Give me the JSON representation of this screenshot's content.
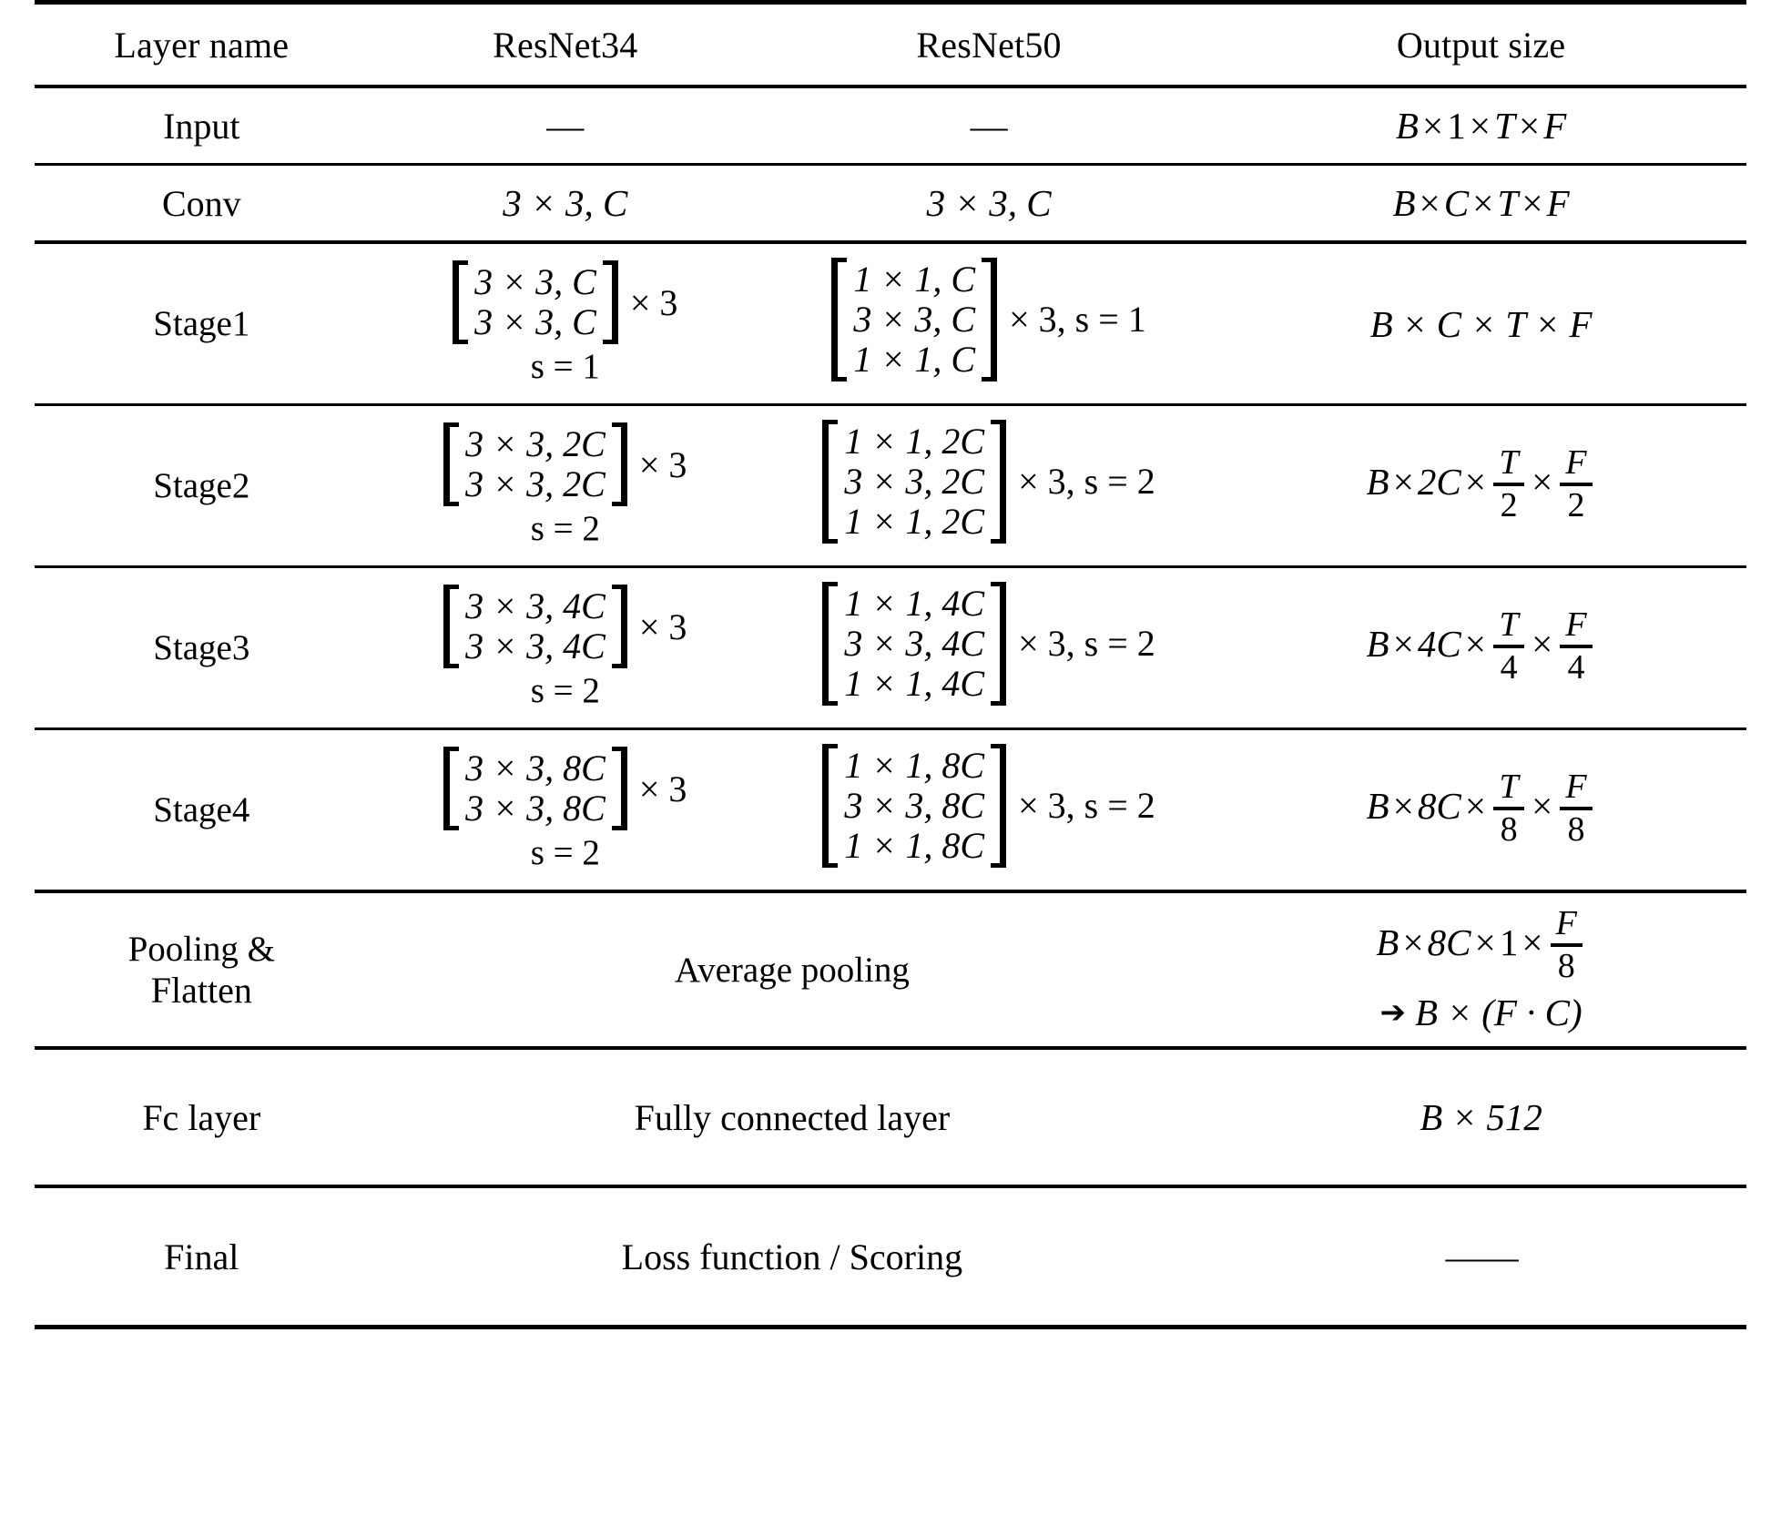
{
  "table": {
    "headers": {
      "layer_name": "Layer name",
      "resnet34": "ResNet34",
      "resnet50": "ResNet50",
      "output_size": "Output size"
    },
    "rows": {
      "input": {
        "name": "Input",
        "resnet34": "—",
        "resnet50": "—",
        "output": {
          "b": "B",
          "x1": "×",
          "one": "1",
          "x2": "×",
          "t": "T",
          "x3": "×",
          "f": "F"
        }
      },
      "conv": {
        "name": "Conv",
        "resnet34": "3 × 3, C",
        "resnet50": "3 × 3, C",
        "output": {
          "b": "B",
          "x1": "×",
          "c": "C",
          "x2": "×",
          "t": "T",
          "x3": "×",
          "f": "F"
        }
      },
      "stage1": {
        "name": "Stage1",
        "r34_rows": [
          "3 × 3, C",
          "3 × 3, C"
        ],
        "r34_mult": "× 3",
        "r34_stride": "s = 1",
        "r50_rows": [
          "1 × 1, C",
          "3 × 3, C",
          "1 × 1, C"
        ],
        "r50_mult": "× 3, s = 1",
        "output_prefix": "B × C × T × F"
      },
      "stage2": {
        "name": "Stage2",
        "r34_rows": [
          "3 × 3, 2C",
          "3 × 3, 2C"
        ],
        "r34_mult": "× 3",
        "r34_stride": "s = 2",
        "r50_rows": [
          "1 × 1, 2C",
          "3 × 3, 2C",
          "1 × 1, 2C"
        ],
        "r50_mult": "× 3, s = 2",
        "out_b": "B",
        "out_x1": "×",
        "out_ch": "2C",
        "out_x2": "×",
        "out_num1": "T",
        "out_den1": "2",
        "out_x3": "×",
        "out_num2": "F",
        "out_den2": "2"
      },
      "stage3": {
        "name": "Stage3",
        "r34_rows": [
          "3 × 3, 4C",
          "3 × 3, 4C"
        ],
        "r34_mult": "× 3",
        "r34_stride": "s = 2",
        "r50_rows": [
          "1 × 1, 4C",
          "3 × 3, 4C",
          "1 × 1, 4C"
        ],
        "r50_mult": "× 3, s = 2",
        "out_b": "B",
        "out_x1": "×",
        "out_ch": "4C",
        "out_x2": "×",
        "out_num1": "T",
        "out_den1": "4",
        "out_x3": "×",
        "out_num2": "F",
        "out_den2": "4"
      },
      "stage4": {
        "name": "Stage4",
        "r34_rows": [
          "3 × 3, 8C",
          "3 × 3, 8C"
        ],
        "r34_mult": "× 3",
        "r34_stride": "s = 2",
        "r50_rows": [
          "1 × 1, 8C",
          "3 × 3, 8C",
          "1 × 1, 8C"
        ],
        "r50_mult": "× 3, s = 2",
        "out_b": "B",
        "out_x1": "×",
        "out_ch": "8C",
        "out_x2": "×",
        "out_num1": "T",
        "out_den1": "8",
        "out_x3": "×",
        "out_num2": "F",
        "out_den2": "8"
      },
      "pooling": {
        "name_line1": "Pooling &",
        "name_line2": "Flatten",
        "span_value": "Average pooling",
        "out_b": "B",
        "out_x1": "×",
        "out_ch": "8C",
        "out_x2": "×",
        "out_one": "1",
        "out_x3": "×",
        "out_num": "F",
        "out_den": "8",
        "arrow": "➔",
        "out_line2": "B × (F · C)"
      },
      "fc": {
        "name": "Fc layer",
        "span_value": "Fully connected layer",
        "output": "B × 512"
      },
      "final": {
        "name": "Final",
        "span_value": "Loss function / Scoring",
        "output": "——"
      }
    }
  }
}
